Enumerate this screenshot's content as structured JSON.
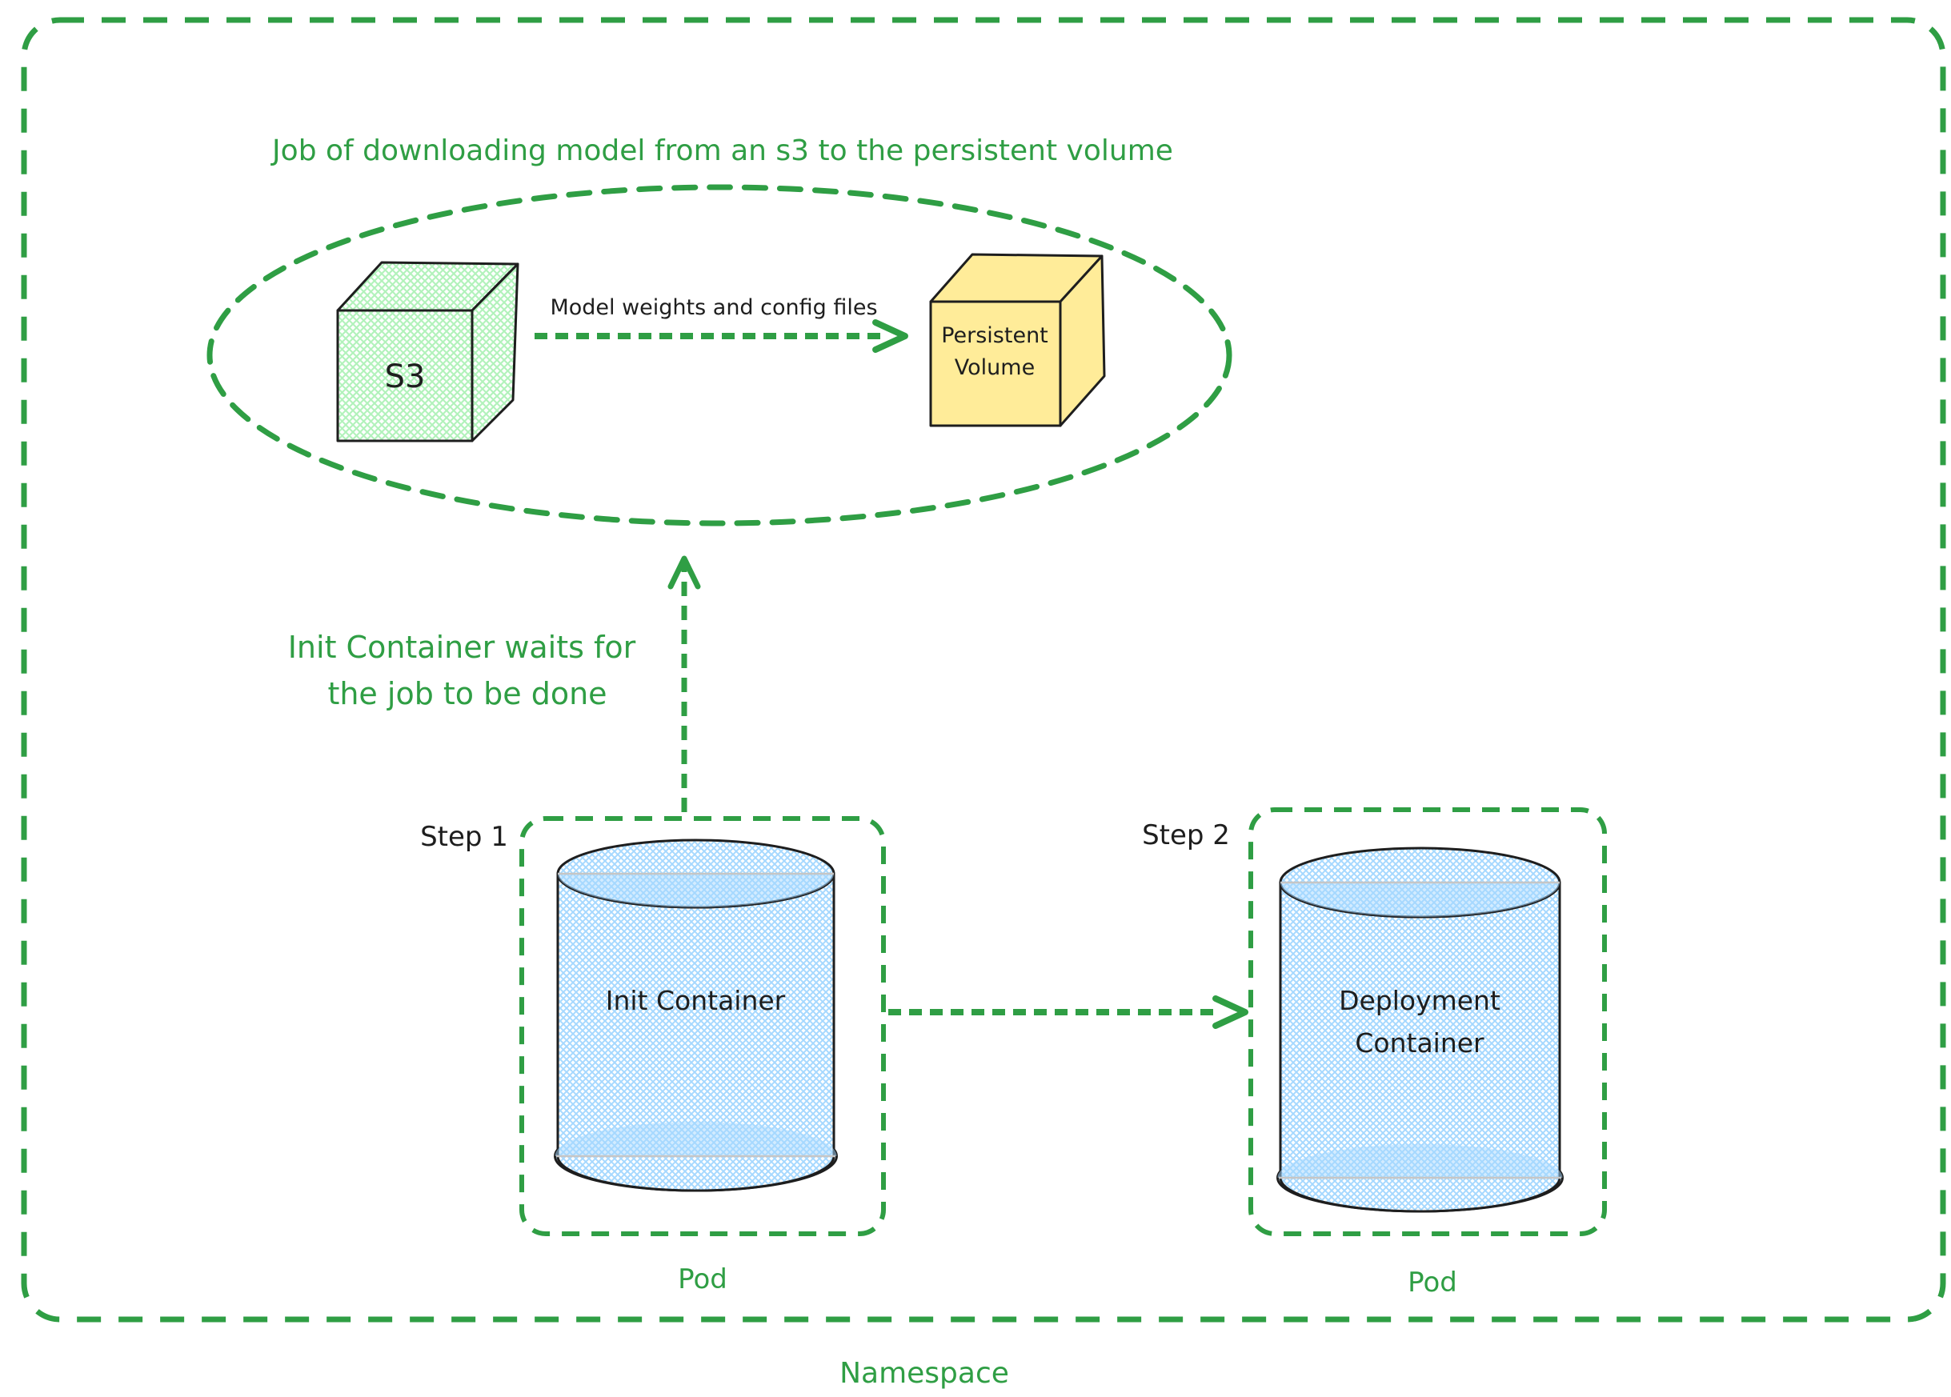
{
  "diagram": {
    "namespace": {
      "label": "Namespace"
    },
    "job_group": {
      "title": "Job of downloading model from an s3 to the persistent volume",
      "s3": {
        "label": "S3"
      },
      "transfer_arrow": {
        "label": "Model weights and config files"
      },
      "persistent_volume": {
        "label_line1": "Persistent",
        "label_line2": "Volume"
      }
    },
    "wait_note": {
      "line1": "Init Container waits for",
      "line2": "the job to be done"
    },
    "step1": {
      "label": "Step 1",
      "container_label": "Init Container",
      "pod_label": "Pod"
    },
    "step2": {
      "label": "Step 2",
      "container_label_line1": "Deployment",
      "container_label_line2": "Container",
      "pod_label": "Pod"
    },
    "colors": {
      "green_stroke": "#2f9e44",
      "ink": "#1e1e1e",
      "s3_fill": "#b2f2bb",
      "persistent_volume_fill": "#ffec99",
      "container_fill": "#a5d8ff",
      "background": "#ffffff"
    }
  }
}
